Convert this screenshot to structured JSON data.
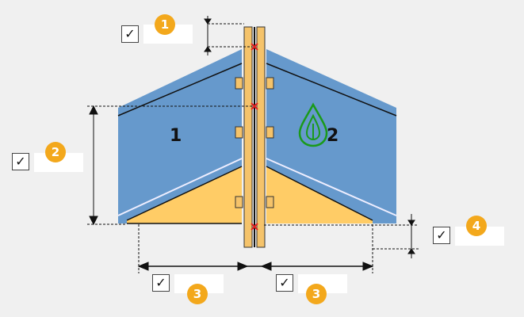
{
  "diagram": {
    "left_panel_label": "1",
    "right_panel_label": "2"
  },
  "params": [
    {
      "badge": "1",
      "checked": true,
      "value": ""
    },
    {
      "badge": "2",
      "checked": true,
      "value": ""
    },
    {
      "badge": "3",
      "checked": true,
      "value": ""
    },
    {
      "badge": "3",
      "checked": true,
      "value": ""
    },
    {
      "badge": "4",
      "checked": true,
      "value": ""
    }
  ],
  "icons": {
    "checkbox": "check-icon",
    "marker": "x-marker-icon",
    "drop": "water-drop-icon"
  },
  "colors": {
    "panel": "#6699cc",
    "insulation": "#ffcc66",
    "post": "#f5c36a",
    "badge": "#f3a81c",
    "marker": "#e02020",
    "drop": "#1a9a1a"
  }
}
